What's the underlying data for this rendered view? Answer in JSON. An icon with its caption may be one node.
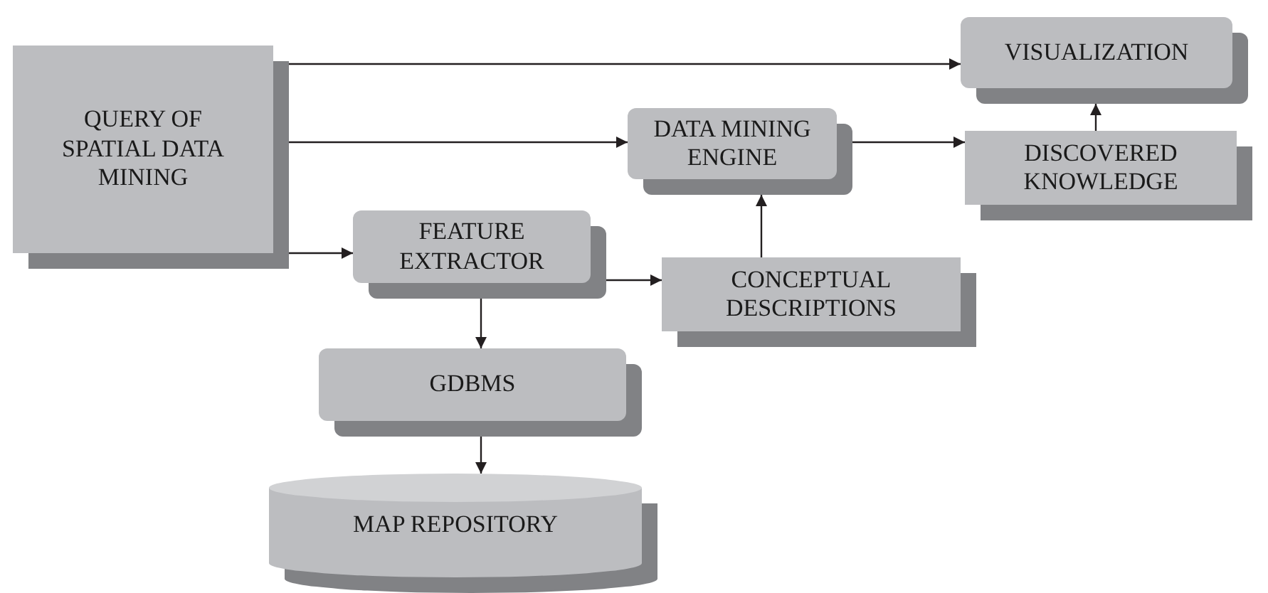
{
  "diagram": {
    "nodes": [
      {
        "text": [
          "QUERY OF SPATIAL DATA MINING"
        ]
      },
      {
        "text": [
          "VISUALIZATION"
        ]
      },
      {
        "text": [
          "DATA MINING ENGINE"
        ]
      },
      {
        "text": [
          "DISCOVERED KNOWLEDGE"
        ]
      },
      {
        "text": [
          "FEATURE EXTRACTOR"
        ]
      },
      {
        "text": [
          "CONCEPTUAL DESCRIPTIONS"
        ]
      },
      {
        "text": [
          "GDBMS"
        ]
      },
      {
        "text": [
          "MAP REPOSITORY"
        ]
      }
    ],
    "edges": [
      {
        "from": 0,
        "to": 1,
        "arrow": "to"
      },
      {
        "from": 0,
        "to": 2,
        "arrow": "to"
      },
      {
        "from": 0,
        "to": 4,
        "arrow": "to"
      },
      {
        "from": 4,
        "to": 5,
        "arrow": "to"
      },
      {
        "from": 5,
        "to": 2,
        "arrow": "to"
      },
      {
        "from": 2,
        "to": 3,
        "arrow": "to"
      },
      {
        "from": 3,
        "to": 1,
        "arrow": "to"
      },
      {
        "from": 4,
        "to": 6,
        "arrow": "to"
      },
      {
        "from": 6,
        "to": 7,
        "arrow": "to"
      }
    ]
  }
}
